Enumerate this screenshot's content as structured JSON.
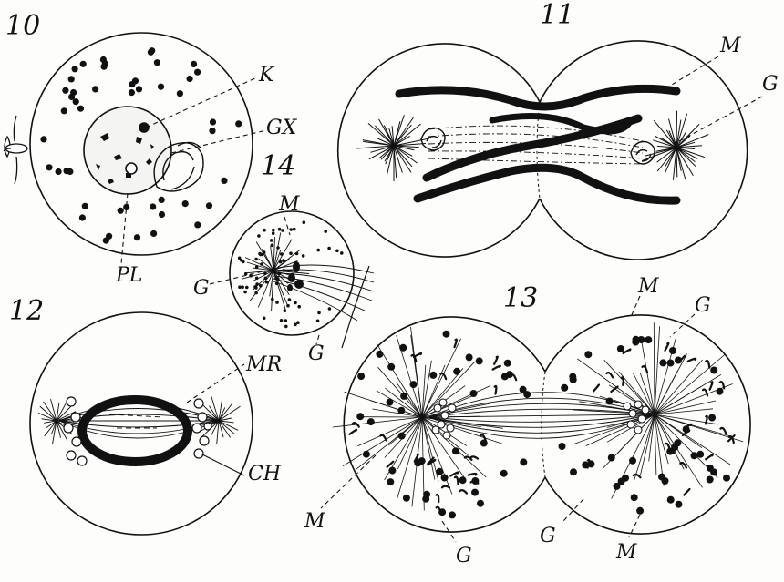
{
  "figures": [
    {
      "number": "10",
      "labels": [
        "K",
        "GX",
        "PL"
      ]
    },
    {
      "number": "11",
      "labels": [
        "M",
        "G"
      ]
    },
    {
      "number": "12",
      "labels": [
        "MR",
        "CH"
      ]
    },
    {
      "number": "13",
      "labels": [
        "M",
        "G",
        "M",
        "G",
        "G",
        "M"
      ]
    },
    {
      "number": "14",
      "labels": [
        "M",
        "G",
        "G"
      ]
    }
  ],
  "colors": {
    "ink": "#111111",
    "paper": "#fdfdfb"
  }
}
